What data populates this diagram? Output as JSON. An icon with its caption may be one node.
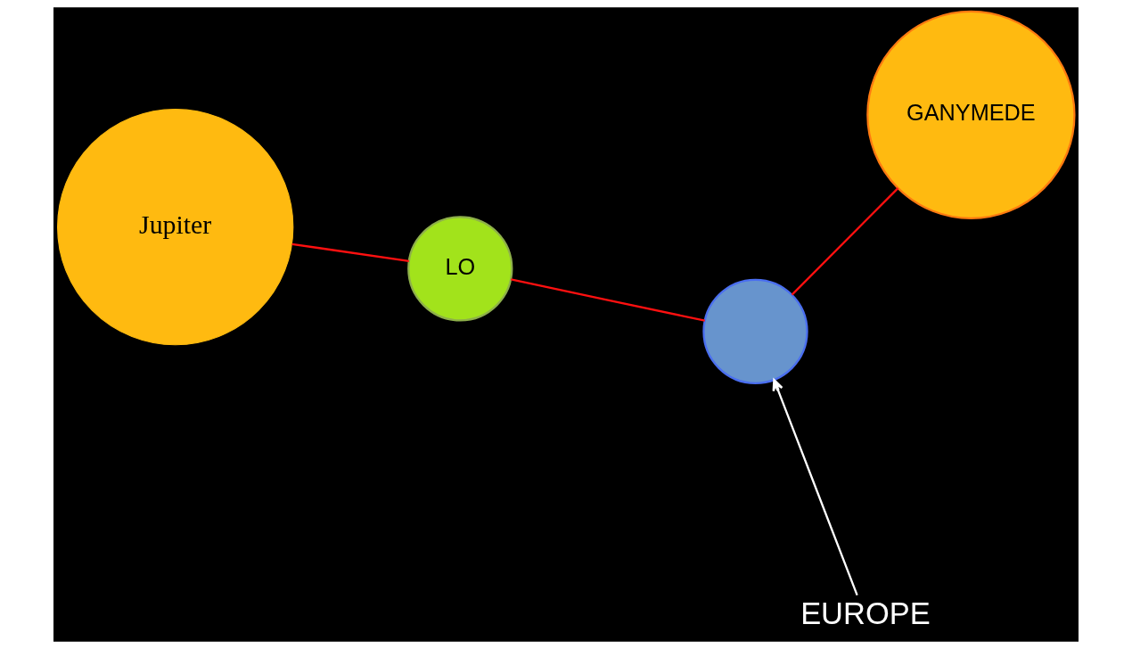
{
  "diagram": {
    "nodes": [
      {
        "text": [
          "Jupiter"
        ]
      },
      {
        "text": [],
        "shape": "circle"
      },
      {
        "text": [
          "EUROPE"
        ]
      },
      {
        "text": [
          "LO"
        ]
      },
      {
        "text": [
          "GANYMEDE"
        ]
      }
    ],
    "edges": [
      {
        "from": 0,
        "to": 3,
        "arrow": "none"
      },
      {
        "from": 3,
        "to": 1,
        "arrow": "none"
      },
      {
        "from": 1,
        "to": 4,
        "arrow": "none"
      },
      {
        "from": 2,
        "to": 1,
        "arrow": "to",
        "color": "#ffffff"
      }
    ]
  }
}
